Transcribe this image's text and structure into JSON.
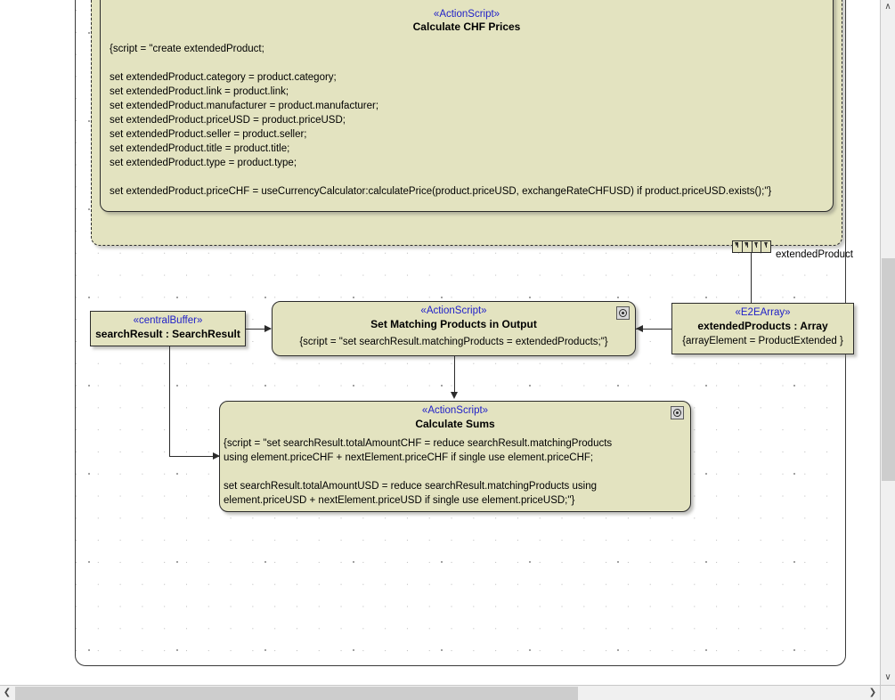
{
  "diagram": {
    "expansion_region": {
      "pin_label": "extendedProduct",
      "pin_count": 4
    },
    "nodes": {
      "calculate_chf_prices": {
        "stereotype": "«ActionScript»",
        "name": "Calculate CHF Prices",
        "icon": "action-script-icon",
        "script_lines": "{script = \"create extendedProduct;\n\nset extendedProduct.category = product.category;\nset extendedProduct.link = product.link;\nset extendedProduct.manufacturer = product.manufacturer;\nset extendedProduct.priceUSD = product.priceUSD;\nset extendedProduct.seller = product.seller;\nset extendedProduct.title = product.title;\nset extendedProduct.type = product.type;\n\nset extendedProduct.priceCHF = useCurrencyCalculator:calculatePrice(product.priceUSD, exchangeRateCHFUSD) if product.priceUSD.exists();\"}"
      },
      "search_result_buffer": {
        "stereotype": "«centralBuffer»",
        "name": "searchResult : SearchResult"
      },
      "set_matching_products": {
        "stereotype": "«ActionScript»",
        "name": "Set Matching Products in Output",
        "icon": "action-script-icon",
        "script_lines": "{script = \"set searchResult.matchingProducts = extendedProducts;\"}"
      },
      "extended_products_array": {
        "stereotype": "«E2EArray»",
        "name": "extendedProducts : Array",
        "constraint": "{arrayElement = ProductExtended }"
      },
      "calculate_sums": {
        "stereotype": "«ActionScript»",
        "name": "Calculate Sums",
        "icon": "action-script-icon",
        "script_lines": "{script = \"set searchResult.totalAmountCHF = reduce searchResult.matchingProducts\nusing element.priceCHF + nextElement.priceCHF if single use element.priceCHF;\n\nset searchResult.totalAmountUSD = reduce searchResult.matchingProducts using\nelement.priceUSD + nextElement.priceUSD if single use element.priceUSD;\"}"
      }
    }
  },
  "scrollbars": {
    "vertical": {
      "up_glyph": "∧",
      "down_glyph": "∨"
    },
    "horizontal": {
      "left_glyph": "❮",
      "right_glyph": "❯"
    }
  },
  "colors": {
    "node_fill": "#e3e3c0",
    "node_border": "#2b2b2b",
    "stereotype_text": "#2121c8",
    "canvas": "#ffffff",
    "scrollbar_track": "#f0f0f0",
    "scrollbar_thumb": "#cdcdcd"
  }
}
